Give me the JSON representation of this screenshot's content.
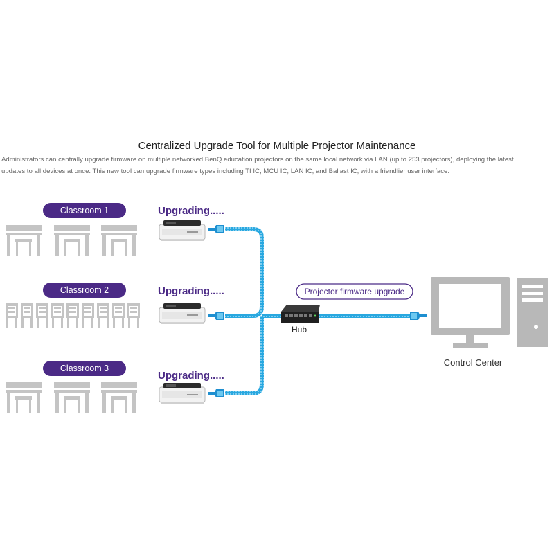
{
  "title": "Centralized Upgrade Tool for Multiple Projector Maintenance",
  "description": {
    "line1": "Administrators can centrally upgrade firmware on multiple networked BenQ education projectors on the same local network via LAN (up to 253 projectors), deploying the latest",
    "line2": "updates to all devices at once. This new tool can upgrade firmware types including TI IC, MCU IC, LAN IC, and Ballast IC, with a friendlier user interface."
  },
  "classrooms": [
    {
      "label": "Classroom 1",
      "status": "Upgrading....."
    },
    {
      "label": "Classroom 2",
      "status": "Upgrading....."
    },
    {
      "label": "Classroom 3",
      "status": "Upgrading....."
    }
  ],
  "hub": {
    "label": "Hub"
  },
  "link": {
    "label": "Projector firmware upgrade"
  },
  "control_center": {
    "label": "Control Center"
  },
  "colors": {
    "purple": "#4b2a86",
    "cable": "#29a8e0",
    "furniture": "#c4c4c4",
    "computer": "#b8b8b8"
  }
}
